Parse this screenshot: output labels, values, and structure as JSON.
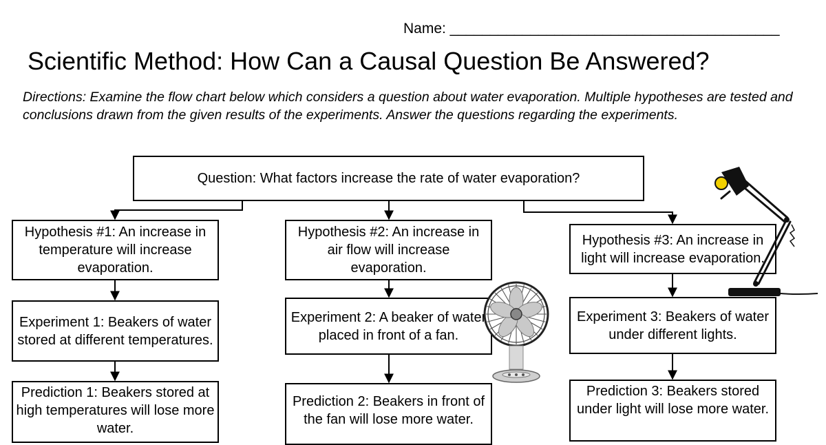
{
  "header": {
    "name_line": "Name: _________________________________________",
    "title": "Scientific Method:  How Can a Causal Question Be Answered?",
    "directions": "Directions:  Examine the flow chart  below which considers a question about water evaporation.  Multiple hypotheses are tested and conclusions drawn from the given results of the experiments.  Answer the questions regarding the experiments."
  },
  "flowchart": {
    "question": "Question:  What factors increase the rate of water evaporation?",
    "col1": {
      "hypothesis": "Hypothesis #1: An increase in temperature will increase evaporation.",
      "experiment": "Experiment 1:  Beakers of water  stored at different temperatures.",
      "prediction": "Prediction 1:  Beakers stored at high temperatures will lose more water."
    },
    "col2": {
      "hypothesis": "Hypothesis #2: An increase  in air flow will increase evaporation.",
      "experiment": "Experiment 2:  A beaker of water placed in front of a fan.",
      "prediction": "Prediction 2:  Beakers in front of the fan will lose more water."
    },
    "col3": {
      "hypothesis": "Hypothesis #3: An increase in light will increase evaporation.",
      "experiment": "Experiment 3: Beakers of water under different lights.",
      "prediction": "Prediction 3:  Beakers stored under light will lose more water."
    }
  },
  "icons": {
    "fan": "fan-icon",
    "lamp": "desk-lamp-icon"
  },
  "colors": {
    "lamp_bulb": "#f2d000"
  }
}
